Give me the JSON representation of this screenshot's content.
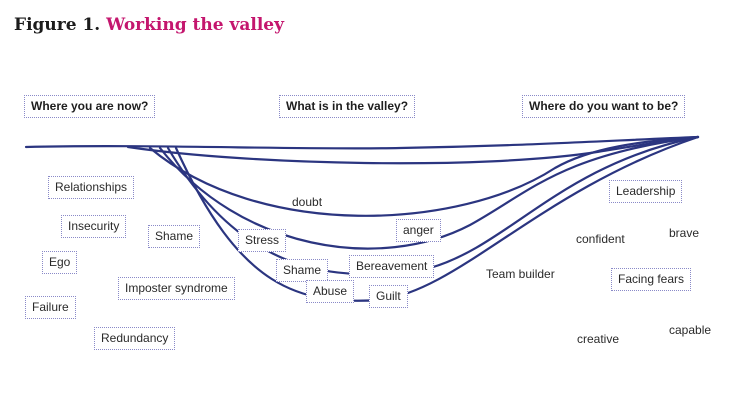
{
  "figure": {
    "number": "Figure 1.",
    "title": "Working the valley"
  },
  "colors": {
    "title_accent": "#c4166e",
    "curve": "#2b3580",
    "box_border": "#8a8ac8"
  },
  "headers": {
    "left": "Where you are now?",
    "middle": "What is in the valley?",
    "right": "Where do you want to be?"
  },
  "left_labels": {
    "relationships": "Relationships",
    "insecurity": "Insecurity",
    "shame": "Shame",
    "ego": "Ego",
    "imposter": "Imposter syndrome",
    "failure": "Failure",
    "redundancy": "Redundancy"
  },
  "valley_labels": {
    "doubt": "doubt",
    "anger": "anger",
    "stress": "Stress",
    "shame": "Shame",
    "bereavement": "Bereavement",
    "abuse": "Abuse",
    "guilt": "Guilt"
  },
  "right_labels": {
    "leadership": "Leadership",
    "confident": "confident",
    "brave": "brave",
    "team_builder": "Team builder",
    "facing_fears": "Facing fears",
    "creative": "creative",
    "capable": "capable"
  }
}
